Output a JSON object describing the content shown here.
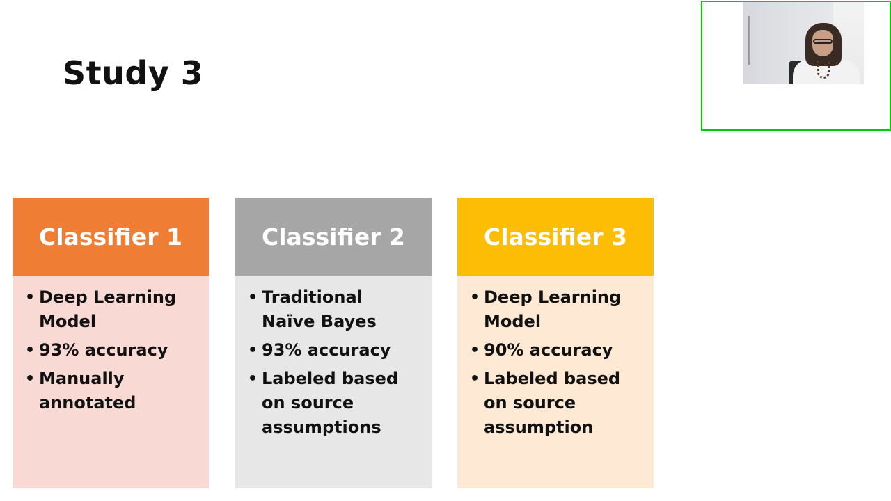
{
  "slide": {
    "title": "Study 3",
    "cards": [
      {
        "heading": "Classifier 1",
        "header_color": "#ef7e34",
        "body_color": "#f9d9d3",
        "bullets": [
          "Deep Learning\nModel",
          "93% accuracy",
          "Manually\nannotated"
        ]
      },
      {
        "heading": "Classifier 2",
        "header_color": "#a6a6a6",
        "body_color": "#e7e7e7",
        "bullets": [
          "Traditional\nNaïve Bayes",
          "93% accuracy",
          "Labeled based\non source\nassumptions"
        ]
      },
      {
        "heading": "Classifier 3",
        "header_color": "#fcbd04",
        "body_color": "#fde9d4",
        "bullets": [
          "Deep Learning\nModel",
          "90% accuracy",
          "Labeled based\non source\nassumption"
        ]
      }
    ]
  },
  "webcam": {
    "border_color": "#00cc00",
    "icon": "participant-video"
  },
  "icons": {
    "bullet": "•"
  }
}
